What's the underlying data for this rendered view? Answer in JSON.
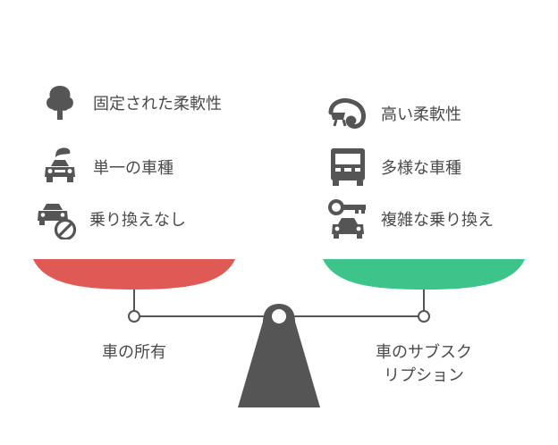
{
  "colors": {
    "left_pan": "#E05A55",
    "right_pan": "#3CC48A",
    "dark": "#555555"
  },
  "left": {
    "title": "車の所有",
    "items": [
      {
        "icon": "tree-icon",
        "label": "固定された柔軟性"
      },
      {
        "icon": "single-car-icon",
        "label": "単一の車種"
      },
      {
        "icon": "car-prohibited-icon",
        "label": "乗り換えなし"
      }
    ]
  },
  "right": {
    "title_line1": "車のサブスク",
    "title_line2": "リプション",
    "items": [
      {
        "icon": "chameleon-icon",
        "label": "高い柔軟性"
      },
      {
        "icon": "vehicle-front-icon",
        "label": "多様な車種"
      },
      {
        "icon": "car-key-icon",
        "label": "複雑な乗り換え"
      }
    ]
  }
}
